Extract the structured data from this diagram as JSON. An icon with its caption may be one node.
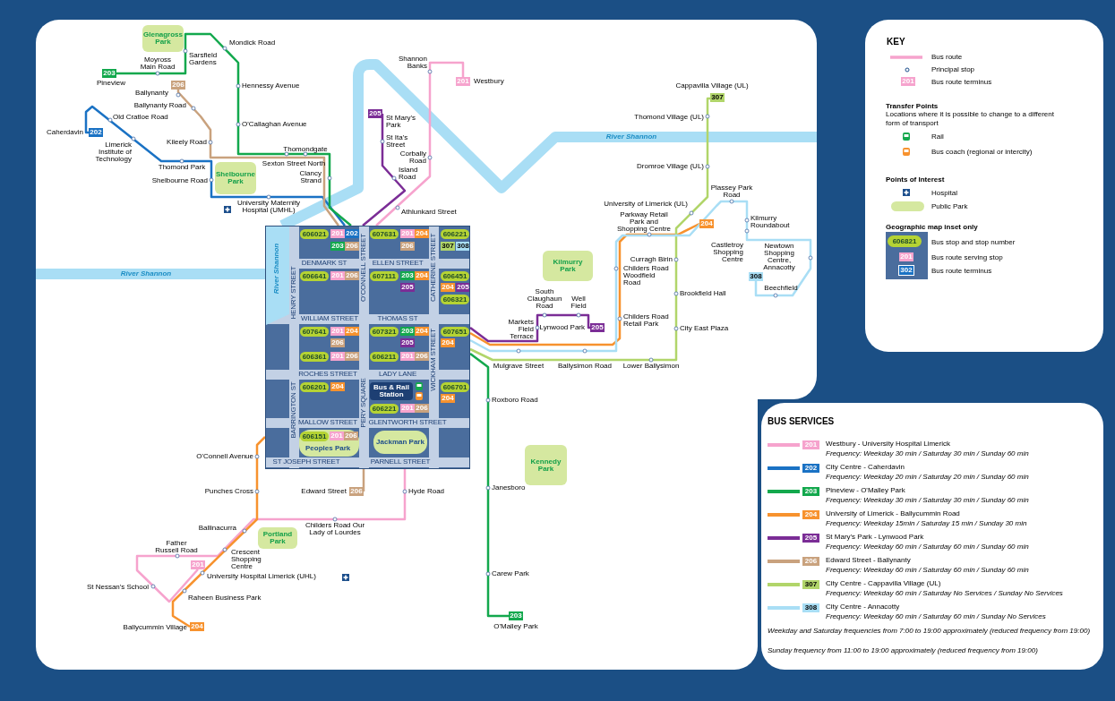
{
  "diagram": {
    "nodes": [
      {
        "text": [
          "KEY"
        ]
      },
      {
        "text": [
          "BUS SERVICES"
        ]
      },
      {
        "text": [],
        "shape": "box"
      },
      {
        "text": [
          "Glenagross Park"
        ]
      },
      {
        "text": [
          "Shelbourne Park"
        ]
      },
      {
        "text": [
          "Kilmurry Park"
        ]
      },
      {
        "text": [
          "Kennedy Park"
        ]
      },
      {
        "text": [
          "Portland Park"
        ]
      },
      {
        "text": [
          "Peoples Park"
        ],
        "in": 2
      },
      {
        "text": [
          "Jackman Park"
        ],
        "in": 2
      },
      {
        "text": [
          "Bus & Rail Station"
        ],
        "in": 2
      },
      {
        "text": [
          "607631"
        ],
        "in": 2
      },
      {
        "text": [
          "606021"
        ],
        "in": 2
      },
      {
        "text": [
          "606641"
        ],
        "in": 2
      },
      {
        "text": [
          "606221"
        ],
        "in": 2
      },
      {
        "text": [
          "607111"
        ],
        "in": 2
      },
      {
        "text": [
          "607321"
        ],
        "in": 2
      },
      {
        "text": [
          "607641"
        ],
        "in": 2
      },
      {
        "text": [
          "606451"
        ],
        "in": 2
      },
      {
        "text": [
          "606321"
        ],
        "in": 2
      },
      {
        "text": [
          "607651"
        ],
        "in": 2
      },
      {
        "text": [
          "606361"
        ],
        "in": 2
      },
      {
        "text": [
          "606211"
        ],
        "in": 2
      },
      {
        "text": [
          "606701"
        ],
        "in": 2
      },
      {
        "text": [
          "606201"
        ],
        "in": 2
      },
      {
        "text": [
          "606151"
        ],
        "in": 8
      },
      {
        "text": [
          "606221"
        ],
        "in": 2
      },
      {
        "text": [
          "201"
        ],
        "in": 2
      },
      {
        "text": [
          "202"
        ],
        "in": 2
      },
      {
        "text": [
          "203"
        ],
        "in": 2
      },
      {
        "text": [
          "206"
        ],
        "in": 2
      },
      {
        "text": [
          "201"
        ],
        "in": 2
      },
      {
        "text": [
          "204"
        ],
        "in": 2
      },
      {
        "text": [
          "206"
        ],
        "in": 2
      },
      {
        "text": [
          "307"
        ],
        "in": 2
      },
      {
        "text": [
          "308"
        ],
        "in": 2
      },
      {
        "text": [
          "203"
        ],
        "in": 2
      },
      {
        "text": [
          "204"
        ],
        "in": 2
      },
      {
        "text": [
          "205"
        ],
        "in": 2
      },
      {
        "text": [
          "203"
        ],
        "in": 2
      },
      {
        "text": [
          "204"
        ],
        "in": 2
      },
      {
        "text": [
          "205"
        ],
        "in": 2
      },
      {
        "text": [
          "201"
        ],
        "in": 2
      },
      {
        "text": [
          "204"
        ],
        "in": 2
      },
      {
        "text": [
          "206"
        ],
        "in": 2
      },
      {
        "text": [
          "201"
        ],
        "in": 2
      },
      {
        "text": [
          "206"
        ],
        "in": 2
      },
      {
        "text": [
          "204"
        ],
        "in": 2
      },
      {
        "text": [
          "205"
        ],
        "in": 2
      },
      {
        "text": [
          "204"
        ],
        "in": 2
      },
      {
        "text": [
          "201"
        ],
        "in": 2
      },
      {
        "text": [
          "206"
        ],
        "in": 2
      },
      {
        "text": [
          "201"
        ],
        "in": 2
      },
      {
        "text": [
          "206"
        ],
        "in": 2
      },
      {
        "text": [
          "204"
        ],
        "in": 2
      },
      {
        "text": [
          "204"
        ],
        "in": 2
      },
      {
        "text": [
          "201"
        ],
        "in": 8
      },
      {
        "text": [
          "206"
        ],
        "in": 8
      },
      {
        "text": [
          "201"
        ],
        "in": 2
      },
      {
        "text": [
          "206"
        ],
        "in": 2
      },
      {
        "text": [
          "203"
        ]
      },
      {
        "text": [
          "206"
        ]
      },
      {
        "text": [
          "202"
        ]
      },
      {
        "text": [
          "201"
        ]
      },
      {
        "text": [
          "205"
        ]
      },
      {
        "text": [
          "307"
        ]
      },
      {
        "text": [
          "204"
        ]
      },
      {
        "text": [
          "308"
        ]
      },
      {
        "text": [
          "205"
        ]
      },
      {
        "text": [
          "203"
        ]
      },
      {
        "text": [
          "206"
        ]
      },
      {
        "text": [
          "201"
        ]
      },
      {
        "text": [
          "204"
        ]
      },
      {
        "text": [
          "201"
        ],
        "in": 0
      },
      {
        "text": [
          "606821"
        ],
        "in": 0
      },
      {
        "text": [
          "201"
        ],
        "in": 0
      },
      {
        "text": [
          "302"
        ],
        "in": 0
      },
      {
        "text": [
          "201"
        ],
        "in": 1
      },
      {
        "text": [
          "202"
        ],
        "in": 1
      },
      {
        "text": [
          "203"
        ],
        "in": 1
      },
      {
        "text": [
          "204"
        ],
        "in": 1
      },
      {
        "text": [
          "205"
        ],
        "in": 1
      },
      {
        "text": [
          "206"
        ],
        "in": 1
      },
      {
        "text": [
          "307"
        ],
        "in": 1
      },
      {
        "text": [
          "308"
        ],
        "in": 1
      }
    ],
    "edges": [
      {
        "from": 2,
        "to": 63,
        "arrow": "none",
        "color": "#f6a3cd"
      },
      {
        "from": 2,
        "to": 71,
        "arrow": "none",
        "color": "#f6a3cd"
      },
      {
        "from": 2,
        "to": 62,
        "arrow": "none",
        "color": "#1a72c4"
      },
      {
        "from": 2,
        "to": 60,
        "arrow": "none",
        "color": "#13a84d"
      },
      {
        "from": 2,
        "to": 69,
        "arrow": "none",
        "color": "#13a84d"
      },
      {
        "from": 2,
        "to": 66,
        "arrow": "none",
        "color": "#f7922e"
      },
      {
        "from": 2,
        "to": 72,
        "arrow": "none",
        "color": "#f7922e"
      },
      {
        "from": 2,
        "to": 64,
        "arrow": "none",
        "color": "#7b2d96"
      },
      {
        "from": 2,
        "to": 68,
        "arrow": "none",
        "color": "#7b2d96"
      },
      {
        "from": 2,
        "to": 61,
        "arrow": "none",
        "color": "#c9a27e"
      },
      {
        "from": 2,
        "to": 70,
        "arrow": "none",
        "color": "#c9a27e"
      },
      {
        "from": 2,
        "to": 65,
        "arrow": "none",
        "color": "#b1d56a"
      },
      {
        "from": 2,
        "to": 67,
        "arrow": "none",
        "color": "#a9def5"
      }
    ],
    "labels": [
      "Pineview",
      "Moyross Main Road",
      "Sarsfield Gardens",
      "Mondick Road",
      "Hennessy Avenue",
      "O'Callaghan Avenue",
      "Sexton Street North",
      "Thomondgate",
      "Clancy Strand",
      "Ballynanty",
      "Ballynanty Road",
      "Kileely Road",
      "Caherdavin",
      "Old Cratloe Road",
      "Limerick Institute of Technology",
      "Thomond Park",
      "Shelbourne Road",
      "University Maternity Hospital (UMHL)",
      "Shannon Banks",
      "Westbury",
      "St Mary's Park",
      "St Ita's Street",
      "Corbally Road",
      "Island Road",
      "Athlunkard Street",
      "Cappavilla Village (UL)",
      "Thomond Village (UL)",
      "Dromroe Village (UL)",
      "Plassey Park Road",
      "University of Limerick (UL)",
      "Kilmurry Roundabout",
      "Castletroy Shopping Centre",
      "Newtown Shopping Centre, Annacotty",
      "Beechfield",
      "Parkway Retail Park and Shopping Centre",
      "Curragh Birin",
      "Childers Road Woodfield Road",
      "Brookfield Hall",
      "Childers Road Retail Park",
      "City East Plaza",
      "Markets Field Terrace",
      "South Claughaun Road",
      "Well Field",
      "Lynwood Park",
      "Mulgrave Street",
      "Ballysimon Road",
      "Lower Ballysimon",
      "Roxboro Road",
      "Janesboro",
      "Carew Park",
      "O'Malley Park",
      "O'Connell Avenue",
      "Punches Cross",
      "Edward Street",
      "Hyde Road",
      "Ballinacurra",
      "Childers Road Our Lady of Lourdes",
      "Father Russell Road",
      "Crescent Shopping Centre",
      "University Hospital Limerick (UHL)",
      "Raheen Business Park",
      "St Nessan's School",
      "Ballycummin Village",
      "River Shannon",
      "River Shannon",
      "River Shannon",
      "HENRY STREET",
      "DENMARK ST",
      "O'CONNELL STREET",
      "ELLEN STREET",
      "CATHERINE STREET",
      "WILLIAM STREET",
      "THOMAS ST",
      "ROCHES STREET",
      "LADY LANE",
      "WICKHAM STREET",
      "BARRINGTON ST",
      "MALLOW STREET",
      "PERY SQUARE",
      "GLENTWORTH STREET",
      "ST JOSEPH STREET",
      "PARNELL STREET",
      "Transfer Points",
      "Locations where it is possible to change to a different form of transport",
      "Points of Interest",
      "Geographic map inset only",
      "Frequency: Weekday 30 min / Saturday 30 min / Sunday 60 min",
      "Frequency: Weekday 20 min / Saturday 20 min / Sunday 60 min",
      "Frequency: Weekday 30 min / Saturday 30 min / Sunday 60 min",
      "Frequency: Weekday 15min / Saturday 15 min / Sunday 30 min",
      "Frequency: Weekday 60 min / Saturday 60 min / Sunday 60 min",
      "Frequency: Weekday 60 min / Saturday 60 min / Sunday 60 min",
      "Frequency: Weekday 60 min / Saturday No Services / Sunday No Services",
      "Frequency: Weekday 60 min / Saturday 60 min / Sunday No Services",
      "Weekday and Saturday frequencies from 7:00 to 19:00 approximately (reduced frequency from 19:00)",
      "Sunday frequency from 11:00 to 19:00 approximately (reduced frequency from 19:00)"
    ],
    "legend": [
      {
        "text": "Bus route"
      },
      {
        "text": "Principal stop"
      },
      {
        "text": "Bus route terminus"
      },
      {
        "text": "Rail"
      },
      {
        "text": "Bus coach (regional or intercity)"
      },
      {
        "text": "Hospital"
      },
      {
        "text": "Public Park",
        "color": "#d5e8a0"
      },
      {
        "text": "Bus stop and stop number"
      },
      {
        "text": "Bus route serving stop"
      },
      {
        "text": "Bus route terminus"
      },
      {
        "text": "Westbury - University Hospital Limerick",
        "color": "#f6a3cd"
      },
      {
        "text": "City Centre - Caherdavin",
        "color": "#1a72c4"
      },
      {
        "text": "Pineview - O'Malley Park",
        "color": "#13a84d"
      },
      {
        "text": "University of Limerick - Ballycummin Road",
        "color": "#f7922e"
      },
      {
        "text": "St Mary's Park - Lynwood Park",
        "color": "#7b2d96"
      },
      {
        "text": "Edward Street - Ballynanty",
        "color": "#c9a27e"
      },
      {
        "text": "City Centre - Cappavilla Village (UL)",
        "color": "#b1d56a"
      },
      {
        "text": "City Centre - Annacotty",
        "color": "#a9def5"
      }
    ]
  }
}
